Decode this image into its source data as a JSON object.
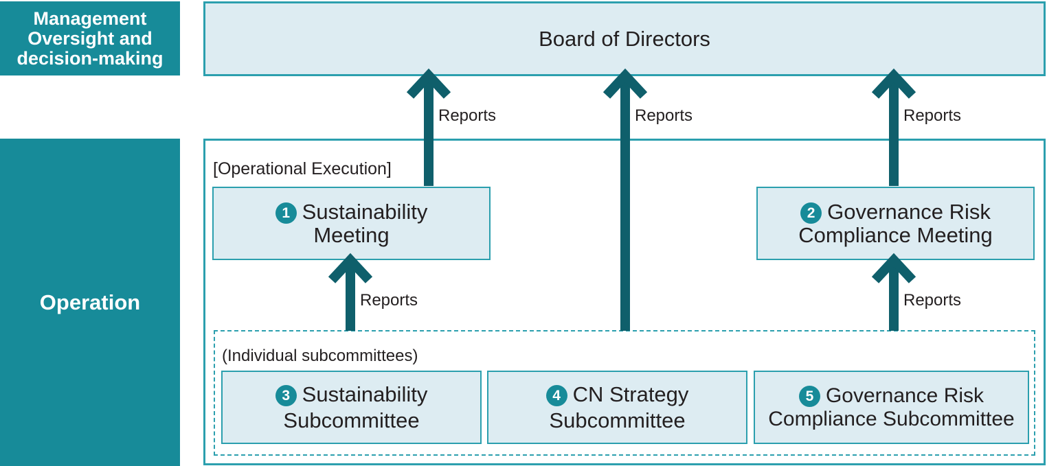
{
  "side_labels": {
    "management": [
      "Management",
      "Oversight and",
      "decision-making"
    ],
    "operation": "Operation"
  },
  "board": {
    "title": "Board of Directors"
  },
  "operational_execution_label": "[Operational Execution]",
  "subcommittees_label": "(Individual subcommittees)",
  "meetings": [
    {
      "number": "1",
      "lines": [
        "Sustainability",
        "Meeting"
      ]
    },
    {
      "number": "2",
      "lines": [
        "Governance Risk",
        "Compliance Meeting"
      ]
    }
  ],
  "subcommittees": [
    {
      "number": "3",
      "lines": [
        "Sustainability",
        "Subcommittee"
      ]
    },
    {
      "number": "4",
      "lines": [
        "CN Strategy",
        "Subcommittee"
      ]
    },
    {
      "number": "5",
      "lines": [
        "Governance Risk",
        "Compliance Subcommittee"
      ]
    }
  ],
  "arrow_label": "Reports",
  "colors": {
    "teal": "#178b99",
    "box_fill": "#ddecf2",
    "box_border": "#2b9fae",
    "arrow": "#0f5f6b"
  }
}
